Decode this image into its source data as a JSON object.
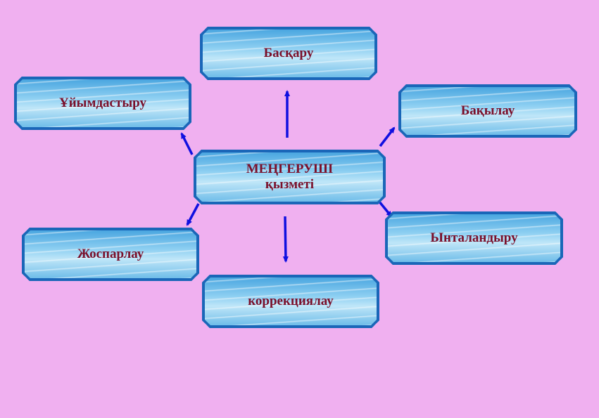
{
  "center": {
    "line1": "МЕҢГЕРУШІ",
    "line2": "қызметі"
  },
  "nodes": {
    "baskaru": "Басқару",
    "uiymdastyru": "Ұйымдастыру",
    "bakylau": "Бақылау",
    "zhosparlau": "Жоспарлау",
    "yntalandyru": "Ынталандыру",
    "korrekciyalau": "коррекциялау"
  },
  "colors": {
    "background": "#f0b0f0",
    "border": "#1a66b8",
    "arrow": "#1010e0",
    "text": "#7a0f2a"
  }
}
